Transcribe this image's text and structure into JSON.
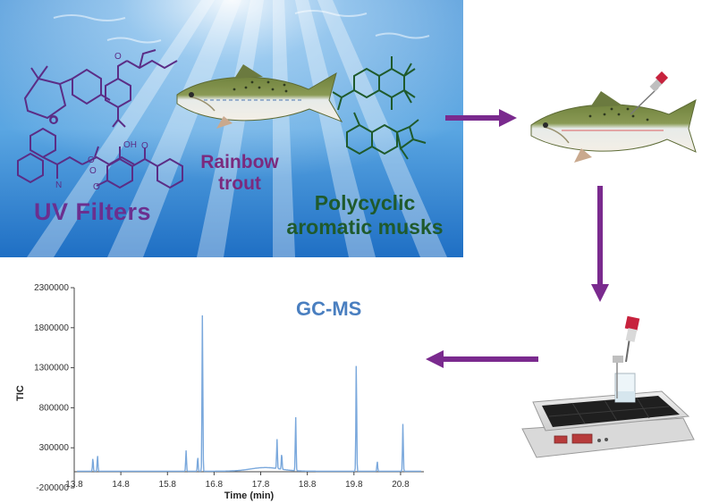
{
  "labels": {
    "uv_filters": "UV Filters",
    "trout_line1": "Rainbow",
    "trout_line2": "trout",
    "musks_line1": "Polycyclic",
    "musks_line2": "aromatic musks",
    "gcms": "GC-MS"
  },
  "colors": {
    "water_top": "#3f8fd6",
    "water_bottom": "#1f6fc4",
    "arrow": "#7a2a8e",
    "uv_text": "#6b2f8f",
    "musk_text": "#1f5a2c",
    "chrom_line": "#7aa8dc",
    "gcms_text": "#4a7fc0"
  },
  "chart_data": {
    "type": "line",
    "title": "",
    "xlabel": "Time (min)",
    "ylabel": "TIC",
    "xlim": [
      13.8,
      21.3
    ],
    "ylim": [
      -200000,
      2300000
    ],
    "x_ticks": [
      "13.8",
      "14.8",
      "15.8",
      "16.8",
      "17.8",
      "18.8",
      "19.8",
      "20.8"
    ],
    "y_ticks": [
      "2300000",
      "1800000",
      "1300000",
      "800000",
      "300000",
      "-200000"
    ],
    "x_tick_values": [
      13.8,
      14.8,
      15.8,
      16.8,
      17.8,
      18.8,
      19.8,
      20.8
    ],
    "y_tick_values": [
      2300000,
      1800000,
      1300000,
      800000,
      300000,
      -200000
    ],
    "baseline": 0,
    "peaks": [
      {
        "x": 14.2,
        "y": 160000
      },
      {
        "x": 14.3,
        "y": 200000
      },
      {
        "x": 16.2,
        "y": 260000
      },
      {
        "x": 16.45,
        "y": 180000
      },
      {
        "x": 16.55,
        "y": 1980000
      },
      {
        "x": 18.15,
        "y": 370000
      },
      {
        "x": 18.25,
        "y": 200000
      },
      {
        "x": 18.55,
        "y": 680000
      },
      {
        "x": 19.85,
        "y": 1340000
      },
      {
        "x": 20.3,
        "y": 120000
      },
      {
        "x": 20.85,
        "y": 590000
      }
    ]
  }
}
